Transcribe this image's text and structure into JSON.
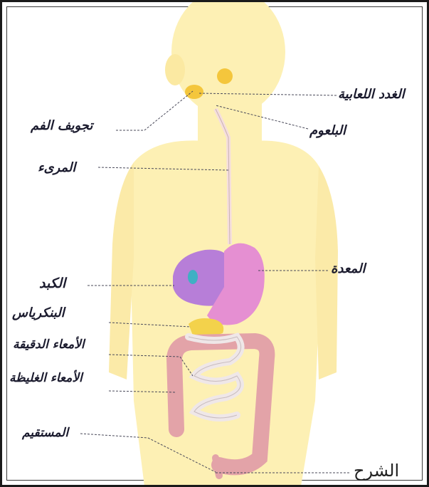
{
  "labels": {
    "salivary_glands": "الغدد اللعابية",
    "mouth_cavity": "تجويف الفم",
    "pharynx": "البلعوم",
    "esophagus": "المرىء",
    "stomach": "المعدة",
    "liver": "الكبد",
    "pancreas": "البنكرياس",
    "small_intestine": "الأمعاء الدقيقة",
    "large_intestine": "الأمعاء الغليظة",
    "rectum": "المستقيم"
  },
  "caption": "الشرح",
  "colors": {
    "body": "#fdf0b4",
    "stomach": "#e58fd2",
    "liver": "#b77ed8",
    "gall_bladder": "#3fb0c4",
    "pancreas": "#f3d24b",
    "large_intestine": "#e3a3a8",
    "small_intestine": "#efe7e8",
    "salivary": "#f4c63c",
    "leader_line": "#4a4a5a"
  }
}
